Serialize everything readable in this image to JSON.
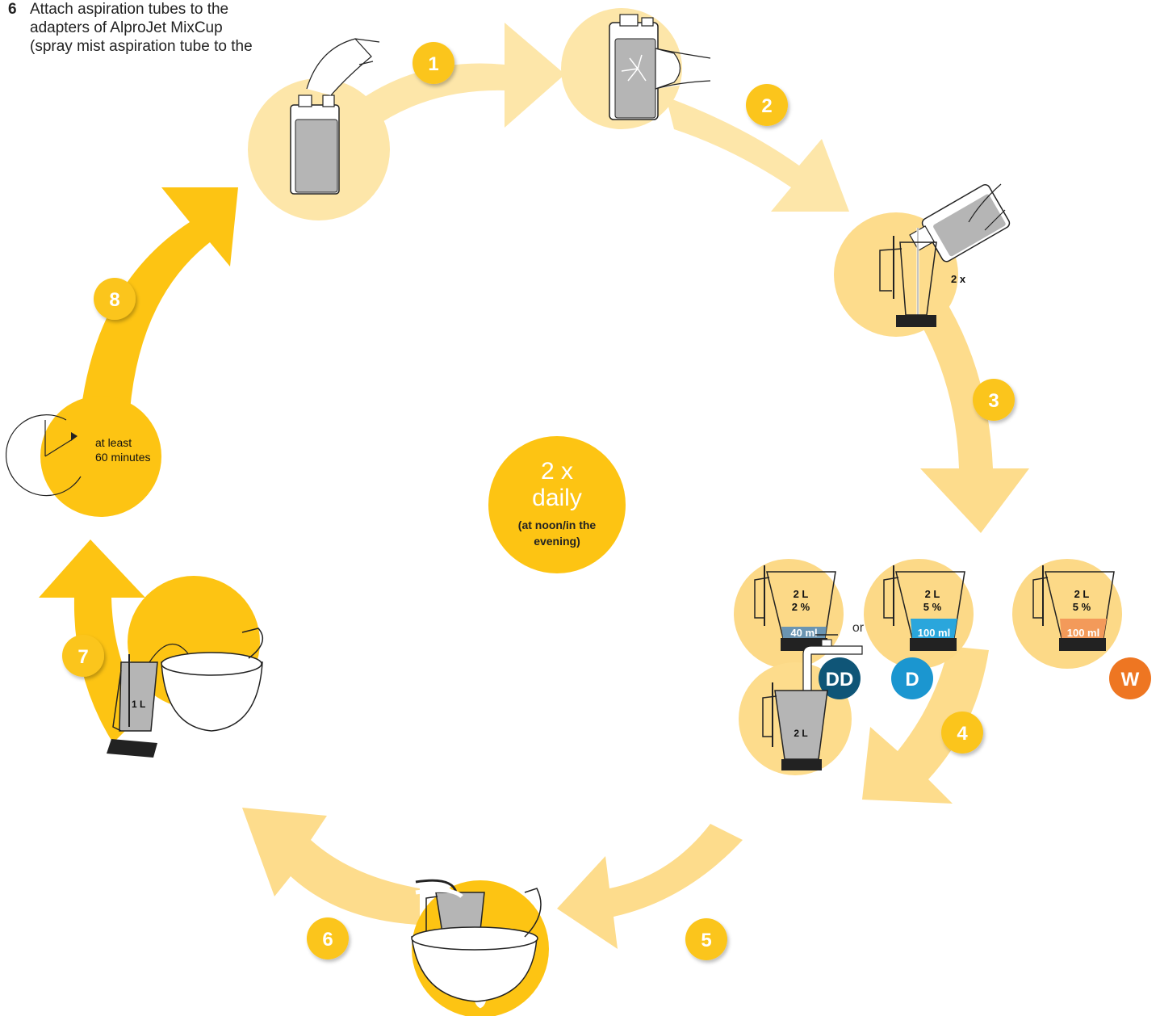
{
  "instruction": {
    "number": "6",
    "text": "Attach aspiration tubes to the adapters of AlproJet MixCup (spray mist aspiration tube to the"
  },
  "steps": [
    "1",
    "2",
    "3",
    "4",
    "5",
    "6",
    "7",
    "8"
  ],
  "center": {
    "frequency": "2 x",
    "period": "daily",
    "note": "(at noon/in the evening)"
  },
  "pour_label": "2 x",
  "products": [
    {
      "badge": "DD",
      "volume": "2 L",
      "concentration": "2 %",
      "dose": "40 ml",
      "color": "#0f5577"
    },
    {
      "badge": "D",
      "volume": "2 L",
      "concentration": "5 %",
      "dose": "100 ml",
      "color": "#1b96d0"
    },
    {
      "badge": "W",
      "volume": "2 L",
      "concentration": "5 %",
      "dose": "100 ml",
      "color": "#ee7622"
    }
  ],
  "or_label": "or",
  "fill_label": "2 L",
  "dump_label": "1 L",
  "wait_label": [
    "at least",
    "60 minutes"
  ],
  "colors": {
    "arrow_light": "#fde6a9",
    "arrow_mid": "#fddc8c",
    "arrow_strong": "#fdc413",
    "badge": "#fbc51e",
    "circle_light": "#fde6a9",
    "circle_mid": "#fcd987"
  }
}
